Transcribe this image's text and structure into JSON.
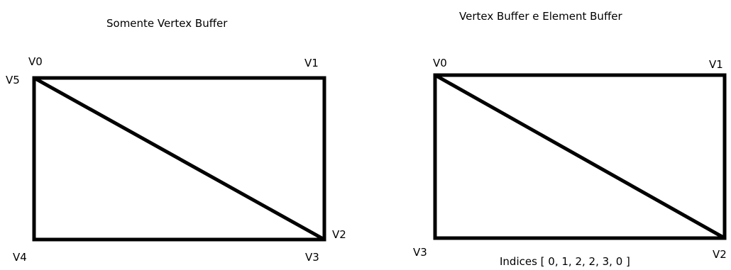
{
  "left": {
    "title": "Somente Vertex Buffer",
    "vertices": [
      "V0",
      "V1",
      "V5",
      "V2",
      "V4",
      "V3"
    ]
  },
  "right": {
    "title": "Vertex Buffer e Element Buffer",
    "vertices": [
      "V0",
      "V1",
      "V3",
      "V2"
    ],
    "indices_text": "Indices [ 0, 1, 2, 2, 3, 0 ]"
  },
  "colors": {
    "stroke": "#000000",
    "background": "#ffffff"
  }
}
